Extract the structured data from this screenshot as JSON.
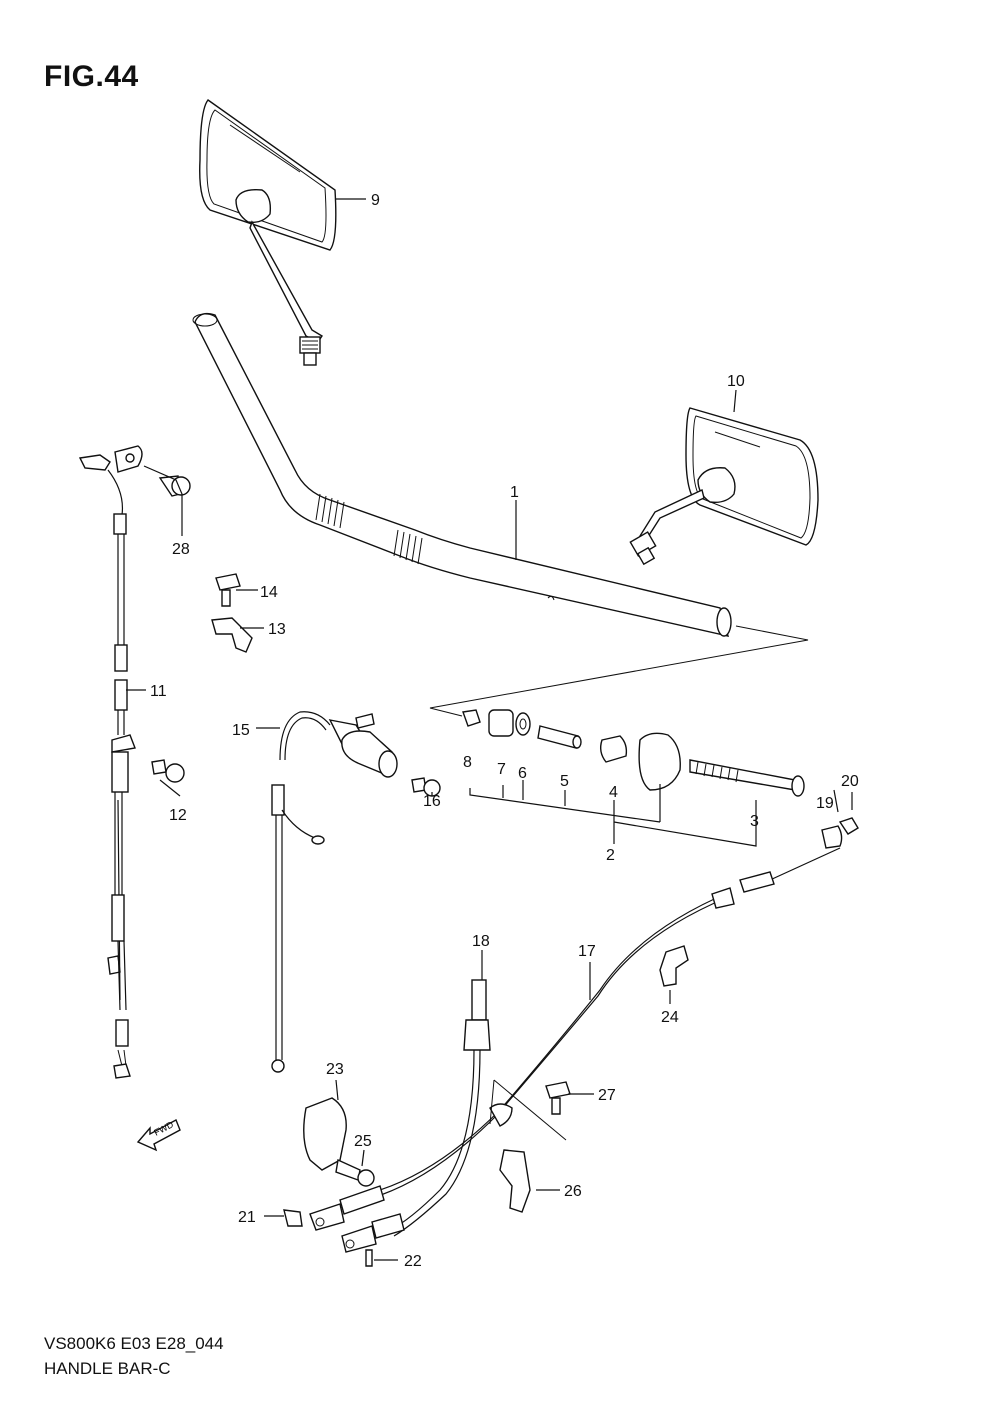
{
  "figure": {
    "title": "FIG.44",
    "code": "VS800K6 E03 E28_044",
    "name": "HANDLE BAR-C",
    "fwd_label": "FWD"
  },
  "callouts": [
    "1",
    "2",
    "3",
    "4",
    "5",
    "6",
    "7",
    "8",
    "9",
    "10",
    "11",
    "12",
    "13",
    "14",
    "15",
    "16",
    "17",
    "18",
    "19",
    "20",
    "21",
    "22",
    "23",
    "24",
    "25",
    "26",
    "27",
    "28"
  ]
}
